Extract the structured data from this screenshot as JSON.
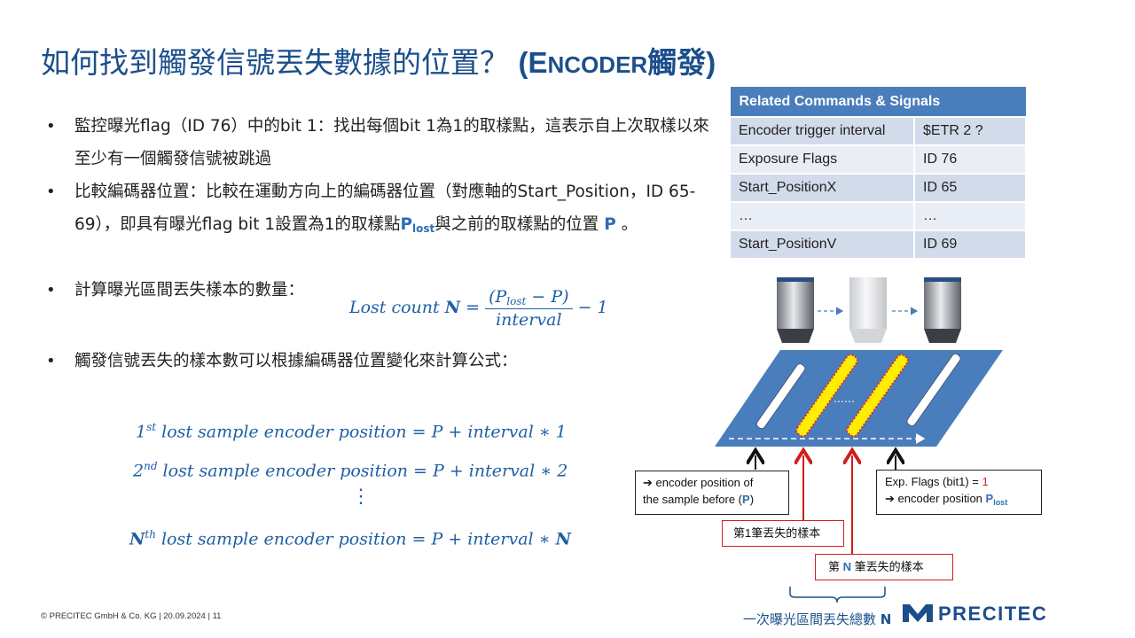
{
  "title": {
    "main": "如何找到觸發信號丟失數據的位置？",
    "paren_open": "(",
    "suffix_big": "E",
    "suffix_small": "NCODER",
    "suffix_cjk": "觸發",
    "paren_close": ")"
  },
  "bullets": [
    {
      "text": "監控曝光flag（ID 76）中的bit 1：找出每個bit 1為1的取樣點，這表示自上次取樣以來至少有一個觸發信號被跳過"
    },
    {
      "pre": "比較編碼器位置：比較在運動方向上的編碼器位置（對應軸的Start_Position，ID 65-69），即具有曝光flag bit 1設置為1的取樣點",
      "plost_P": "P",
      "plost_sub": "lost",
      "mid": "與之前的取樣點的位置",
      "p": "P",
      "post": " 。"
    },
    {
      "text": "計算曝光區間丟失樣本的數量："
    },
    {
      "text": "觸發信號丟失的樣本數可以根據編碼器位置變化來計算公式："
    }
  ],
  "formula_lost": {
    "lhs": "Lost count ",
    "bold": "N",
    "eq": " = ",
    "num": "(P",
    "num_sub": "lost",
    "num_tail": " − P)",
    "den": "interval",
    "tail": " − 1"
  },
  "formulas": [
    {
      "n": "1",
      "sup": "st",
      "body": " lost sample encoder position = P + interval ∗ 1",
      "n_bold": false
    },
    {
      "n": "2",
      "sup": "nd",
      "body": " lost sample encoder position = P + interval ∗ 2",
      "n_bold": false
    },
    {
      "n": "N",
      "sup": "th",
      "body": " lost sample encoder position = P + interval ∗ ",
      "end": "N",
      "n_bold": true
    }
  ],
  "vdots": "⋮",
  "table": {
    "header": "Related Commands & Signals",
    "rows": [
      [
        "Encoder trigger interval",
        "$ETR 2 ?"
      ],
      [
        "Exposure Flags",
        "ID 76"
      ],
      [
        "Start_PositionX",
        "ID 65"
      ],
      [
        "…",
        "…"
      ],
      [
        "Start_PositionV",
        "ID 69"
      ]
    ]
  },
  "callouts": {
    "before_l1": "➔ encoder position of",
    "before_l2a": "the sample before (",
    "before_p": "P",
    "before_l2b": ")",
    "flags_l1a": "Exp. Flags (bit1) = ",
    "flags_one": "1",
    "flags_l2a": "➔ encoder position ",
    "flags_P": "P",
    "flags_sub": "lost",
    "first_lost": "第1筆丟失的樣本",
    "nth_a": "第 ",
    "nth_n": "N",
    "nth_b": " 筆丟失的樣本",
    "dots": "……"
  },
  "total_label_a": "一次曝光區間丟失總數 ",
  "total_label_n": "N",
  "footer": "© PRECITEC GmbH & Co. KG | 20.09.2024 | 11",
  "logo": "PRECITEC",
  "colors": {
    "title": "#1b4f8c",
    "accent": "#2d6db5",
    "red": "#d21d1d",
    "table_header": "#4a7dbc",
    "plate": "#4a7dbc",
    "lost_stripe": "#ffee00"
  }
}
